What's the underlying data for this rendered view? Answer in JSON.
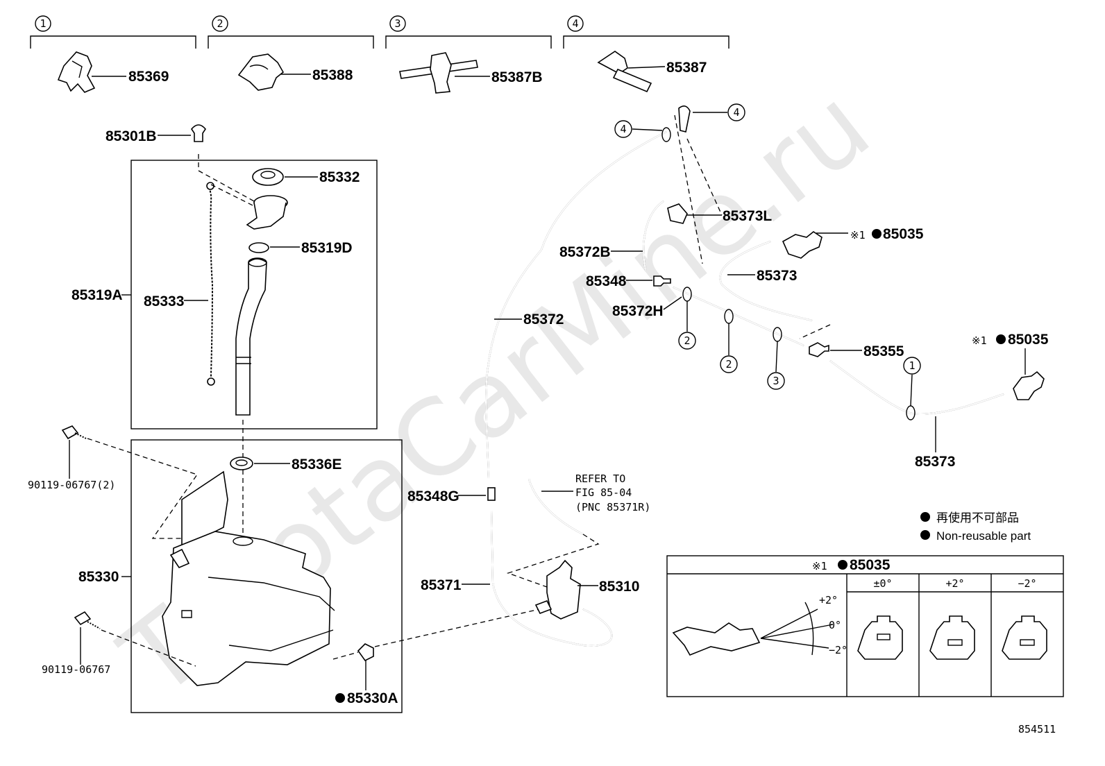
{
  "watermark": "ToyotaCarMine.ru",
  "sections": [
    {
      "num": "1",
      "part": "85369"
    },
    {
      "num": "2",
      "part": "85388"
    },
    {
      "num": "3",
      "part": "85387B"
    },
    {
      "num": "4",
      "part": "85387"
    }
  ],
  "labels": {
    "p85301B": "85301B",
    "p85332": "85332",
    "p85319D": "85319D",
    "p85319A": "85319A",
    "p85333": "85333",
    "p85336E": "85336E",
    "p85330": "85330",
    "p85330A": "85330A",
    "bolt1": "90119-06767(2)",
    "bolt2": "90119-06767",
    "p85372": "85372",
    "p85348G": "85348G",
    "p85371": "85371",
    "p85310": "85310",
    "p85373L": "85373L",
    "p85372B": "85372B",
    "p85348": "85348",
    "p85372H": "85372H",
    "p85373a": "85373",
    "p85355": "85355",
    "p85373b": "85373",
    "p85035a": "85035",
    "p85035b": "85035",
    "ref1": "REFER TO",
    "ref2": "FIG 85-04",
    "ref3": "(PNC 85371R)",
    "mark": "※1",
    "clip4": "4",
    "clip2": "2",
    "clip3": "3",
    "clip1": "1"
  },
  "legend": {
    "jp": "再使用不可部品",
    "en": "Non-reusable part"
  },
  "inset": {
    "title": "85035",
    "cols": [
      "±0°",
      "+2°",
      "−2°"
    ],
    "angles": [
      "+2°",
      "0°",
      "−2°"
    ]
  },
  "figure_id": "854511"
}
